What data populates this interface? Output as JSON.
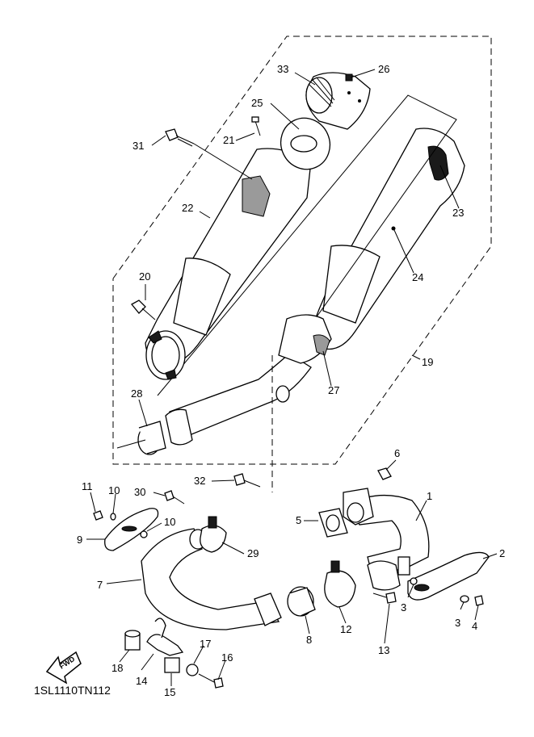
{
  "diagram_code": "1SL1110TN112",
  "fwd_label": "FWD",
  "callouts": [
    {
      "id": "c1",
      "label": "1"
    },
    {
      "id": "c2",
      "label": "2"
    },
    {
      "id": "c3a",
      "label": "3"
    },
    {
      "id": "c3b",
      "label": "3"
    },
    {
      "id": "c4",
      "label": "4"
    },
    {
      "id": "c5",
      "label": "5"
    },
    {
      "id": "c6",
      "label": "6"
    },
    {
      "id": "c7",
      "label": "7"
    },
    {
      "id": "c8",
      "label": "8"
    },
    {
      "id": "c9",
      "label": "9"
    },
    {
      "id": "c10a",
      "label": "10"
    },
    {
      "id": "c10b",
      "label": "10"
    },
    {
      "id": "c11",
      "label": "11"
    },
    {
      "id": "c12",
      "label": "12"
    },
    {
      "id": "c13",
      "label": "13"
    },
    {
      "id": "c14",
      "label": "14"
    },
    {
      "id": "c15",
      "label": "15"
    },
    {
      "id": "c16",
      "label": "16"
    },
    {
      "id": "c17",
      "label": "17"
    },
    {
      "id": "c18",
      "label": "18"
    },
    {
      "id": "c19",
      "label": "19"
    },
    {
      "id": "c20",
      "label": "20"
    },
    {
      "id": "c21",
      "label": "21"
    },
    {
      "id": "c22",
      "label": "22"
    },
    {
      "id": "c23",
      "label": "23"
    },
    {
      "id": "c24",
      "label": "24"
    },
    {
      "id": "c25",
      "label": "25"
    },
    {
      "id": "c26",
      "label": "26"
    },
    {
      "id": "c27",
      "label": "27"
    },
    {
      "id": "c28",
      "label": "28"
    },
    {
      "id": "c29",
      "label": "29"
    },
    {
      "id": "c30",
      "label": "30"
    },
    {
      "id": "c31",
      "label": "31"
    },
    {
      "id": "c32",
      "label": "32"
    },
    {
      "id": "c33",
      "label": "33"
    }
  ]
}
